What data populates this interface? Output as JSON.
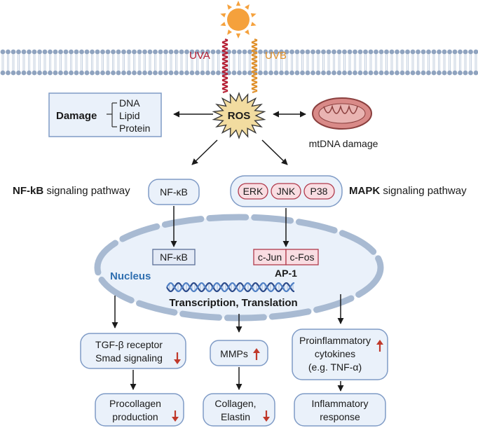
{
  "stimulus": {
    "uva": "UVA",
    "uvb": "UVB",
    "ros": "ROS"
  },
  "damage": {
    "title": "Damage",
    "items": [
      "DNA",
      "Lipid",
      "Protein"
    ]
  },
  "mito": {
    "label": "mtDNA damage"
  },
  "nfkb_pathway": {
    "name_bold": "NF-kB",
    "name_rest": " signaling pathway",
    "node": "NF-κB",
    "nuclear_node": "NF-κB"
  },
  "mapk_pathway": {
    "name_bold": "MAPK",
    "name_rest": " signaling pathway",
    "kinases": [
      "ERK",
      "JNK",
      "P38"
    ]
  },
  "nucleus": {
    "label": "Nucleus",
    "ap1_parts": [
      "c-Jun",
      "c-Fos"
    ],
    "ap1_label": "AP-1",
    "process": "Transcription, Translation"
  },
  "outcomes": {
    "tgf_line1": "TGF-β receptor",
    "tgf_line2": "Smad signaling",
    "mmps": "MMPs",
    "cyto_line1": "Proinflammatory",
    "cyto_line2": "cytokines",
    "cyto_line3": "(e.g. TNF-α)",
    "procol_line1": "Procollagen",
    "procol_line2": "production",
    "collagen_line1": "Collagen,",
    "collagen_line2": "Elastin",
    "inflam_line1": "Inflammatory",
    "inflam_line2": "response"
  },
  "colors": {
    "membrane": "#8fa3bf",
    "sun": "#f5a13c",
    "uva": "#b52035",
    "uvb": "#e0902a",
    "ros_fill": "#f2dca0",
    "box_fill": "#eaf1fa",
    "box_stroke": "#7f9bc6",
    "kinase_fill": "#f9dde2",
    "kinase_stroke": "#b03a4c",
    "nucleus_label": "#2f6fb0",
    "arrow_up_down": "#c0392b",
    "mito_fill": "#d98a88"
  }
}
